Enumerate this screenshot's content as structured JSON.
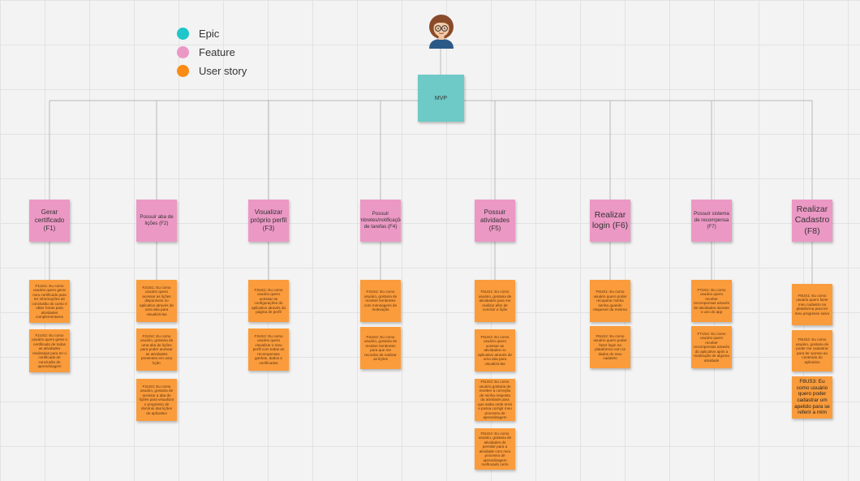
{
  "legend": {
    "epic": {
      "label": "Epic",
      "color": "#1fc6ca"
    },
    "feature": {
      "label": "Feature",
      "color": "#ec98c5"
    },
    "story": {
      "label": "User story",
      "color": "#fa8c16"
    }
  },
  "epic": {
    "label": "MVP"
  },
  "features": [
    {
      "label": "Gerar certificado (F1)",
      "stories": [
        "F1US1: Eu como usuário quero gerar meu certificado para ter informações de conclusão do curso e obter horas para atividades complementares",
        "F1US2: Eu como usuário quero gerar o certificado de todas as atividades realizadas para ter o certificado de conclusão de aprendizagem"
      ]
    },
    {
      "label": "Possuir aba de lições (F2)",
      "stories": [
        "F2US1: Eu como usuário quero acessar as lições disponíveis no aplicativo através de uma aba para visualizá-las",
        "F2US2: Eu como usuário, gostaria de uma aba de lições para poder acessar as atividades presentes em uma lição",
        "F2US3: Eu como usuário, gostaria de acessar a aba de lições para visualizar o progresso de domínio das lições do aplicativo"
      ]
    },
    {
      "label": "Visualizar próprio perfil (F3)",
      "stories": [
        "F3US1: Eu como usuário quero acessar as configurações do aplicativo através da página de perfil",
        "F3US2: Eu como usuário quero visualizar o meu perfil com todas as recompensas ganhas, dados e certificados"
      ]
    },
    {
      "label": "Possuir lembretes/notificações de tarefas (F4)",
      "stories": [
        "F4US1: Eu como usuário, gostaria de receber lembretes com mensagens de motivação",
        "F4US2: Eu como usuário, gostaria de receber lembretes para que me recordar de realizar as lições"
      ]
    },
    {
      "label": "Possuir atividades (F5)",
      "stories": [
        "F5US1: Eu como usuário, gostaria de atividades para me realizar afim de concluir a lição",
        "F5US2: Eu como usuário quero acessar as atividades no aplicativo através de uma aba para visualizá-las",
        "F5US3: Eu como usuário gostaria de receber a correção de minha resposta da atividade para que saiba onde errei e possa corrigir meu processo de aprendizagem",
        "F5US4: Eu como usuário, gostaria de atividades de persistir para a atividade com meu processo de aprendizagem melhorado certo"
      ]
    },
    {
      "label": "Realizar login (F6)",
      "stories": [
        "F6US1: Eu como usuário quero poder recuperar minha senha quando esquecer da mesma",
        "F6US2: Eu como usuário quero poder fazer login na plataforma com os dados do meu cadastro"
      ]
    },
    {
      "label": "Possuir sistema de recompensa (F7)",
      "stories": [
        "F7US1: Eu como usuário quero receber recompensas através de atividades durante o uso do app",
        "F7US2: Eu como usuário quero receber recompensas através do aplicativo após a realização de alguma atividade"
      ]
    },
    {
      "label": "Realizar Cadastro (F8)",
      "stories": [
        "F8US1: Eu como usuário quero fazer meu cadastro na plataforma para ter meu progresso salvo",
        "F8US2: Eu como usuário, gostaria de poder me cadastrar para ter acesso ao conteúdo do aplicativo",
        "F8US3: Eu como usuário quero poder cadastrar um apelido para se referir a mim"
      ]
    }
  ]
}
